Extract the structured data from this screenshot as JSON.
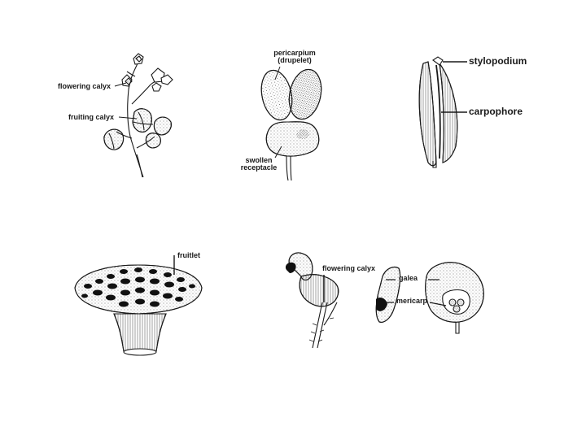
{
  "figures": {
    "calyx": {
      "label_flowering": "flowering calyx",
      "label_fruiting": "fruiting calyx"
    },
    "drupelet": {
      "label_pericarpium_1": "pericarpium",
      "label_pericarpium_2": "(drupelet)",
      "label_receptacle_1": "swollen",
      "label_receptacle_2": "receptacle"
    },
    "schizocarp": {
      "label_stylopodium": "stylopodium",
      "label_carpophore": "carpophore"
    },
    "lotus": {
      "label_fruitlet": "fruitlet"
    },
    "mint": {
      "label_flowering": "flowering calyx",
      "label_galea": "galea",
      "label_mericarp": "mericarp"
    }
  }
}
